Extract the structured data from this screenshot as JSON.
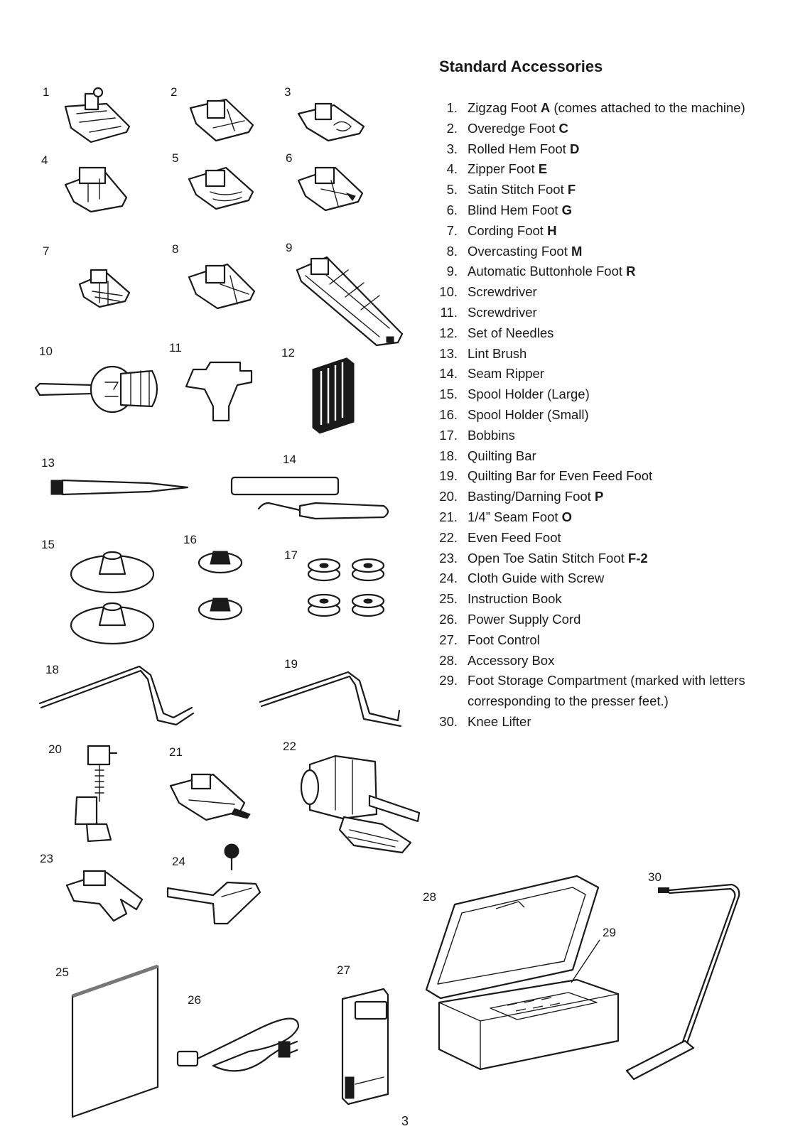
{
  "title": "Standard Accessories",
  "page_number": "3",
  "items": [
    {
      "num": "1.",
      "text": "Zigzag Foot ",
      "letter": "A",
      "suffix": " (comes attached to the machine)"
    },
    {
      "num": "2.",
      "text": "Overedge Foot ",
      "letter": "C",
      "suffix": ""
    },
    {
      "num": "3.",
      "text": "Rolled Hem Foot ",
      "letter": "D",
      "suffix": ""
    },
    {
      "num": "4.",
      "text": "Zipper Foot ",
      "letter": "E",
      "suffix": ""
    },
    {
      "num": "5.",
      "text": "Satin Stitch Foot ",
      "letter": "F",
      "suffix": ""
    },
    {
      "num": "6.",
      "text": "Blind Hem Foot ",
      "letter": "G",
      "suffix": ""
    },
    {
      "num": "7.",
      "text": "Cording Foot ",
      "letter": "H",
      "suffix": ""
    },
    {
      "num": "8.",
      "text": "Overcasting Foot ",
      "letter": "M",
      "suffix": ""
    },
    {
      "num": "9.",
      "text": "Automatic Buttonhole Foot ",
      "letter": "R",
      "suffix": ""
    },
    {
      "num": "10.",
      "text": "Screwdriver",
      "letter": "",
      "suffix": ""
    },
    {
      "num": "11.",
      "text": "Screwdriver",
      "letter": "",
      "suffix": ""
    },
    {
      "num": "12.",
      "text": "Set of Needles",
      "letter": "",
      "suffix": ""
    },
    {
      "num": "13.",
      "text": "Lint Brush",
      "letter": "",
      "suffix": ""
    },
    {
      "num": "14.",
      "text": "Seam Ripper",
      "letter": "",
      "suffix": ""
    },
    {
      "num": "15.",
      "text": "Spool Holder (Large)",
      "letter": "",
      "suffix": ""
    },
    {
      "num": "16.",
      "text": "Spool Holder (Small)",
      "letter": "",
      "suffix": ""
    },
    {
      "num": "17.",
      "text": "Bobbins",
      "letter": "",
      "suffix": ""
    },
    {
      "num": "18.",
      "text": "Quilting Bar",
      "letter": "",
      "suffix": ""
    },
    {
      "num": "19.",
      "text": "Quilting Bar for Even Feed Foot",
      "letter": "",
      "suffix": ""
    },
    {
      "num": "20.",
      "text": "Basting/Darning Foot ",
      "letter": "P",
      "suffix": ""
    },
    {
      "num": "21.",
      "text": "1/4” Seam Foot ",
      "letter": "O",
      "suffix": ""
    },
    {
      "num": "22.",
      "text": "Even Feed Foot",
      "letter": "",
      "suffix": ""
    },
    {
      "num": "23.",
      "text": "Open Toe Satin Stitch Foot ",
      "letter": "F-2",
      "suffix": ""
    },
    {
      "num": "24.",
      "text": "Cloth Guide with Screw",
      "letter": "",
      "suffix": ""
    },
    {
      "num": "25.",
      "text": "Instruction Book",
      "letter": "",
      "suffix": ""
    },
    {
      "num": "26.",
      "text": "Power Supply Cord",
      "letter": "",
      "suffix": ""
    },
    {
      "num": "27.",
      "text": "Foot Control",
      "letter": "",
      "suffix": ""
    },
    {
      "num": "28.",
      "text": "Accessory Box",
      "letter": "",
      "suffix": ""
    },
    {
      "num": "29.",
      "text": "Foot Storage Compartment (marked with letters",
      "letter": "",
      "suffix": ""
    },
    {
      "num": "",
      "text": "corresponding to the presser feet.)",
      "letter": "",
      "suffix": ""
    },
    {
      "num": "30.",
      "text": "Knee Lifter",
      "letter": "",
      "suffix": ""
    }
  ],
  "figure_labels": [
    "1",
    "2",
    "3",
    "4",
    "5",
    "6",
    "7",
    "8",
    "9",
    "10",
    "11",
    "12",
    "13",
    "14",
    "15",
    "16",
    "17",
    "18",
    "19",
    "20",
    "21",
    "22",
    "23",
    "24",
    "25",
    "26",
    "27",
    "28",
    "29",
    "30"
  ]
}
